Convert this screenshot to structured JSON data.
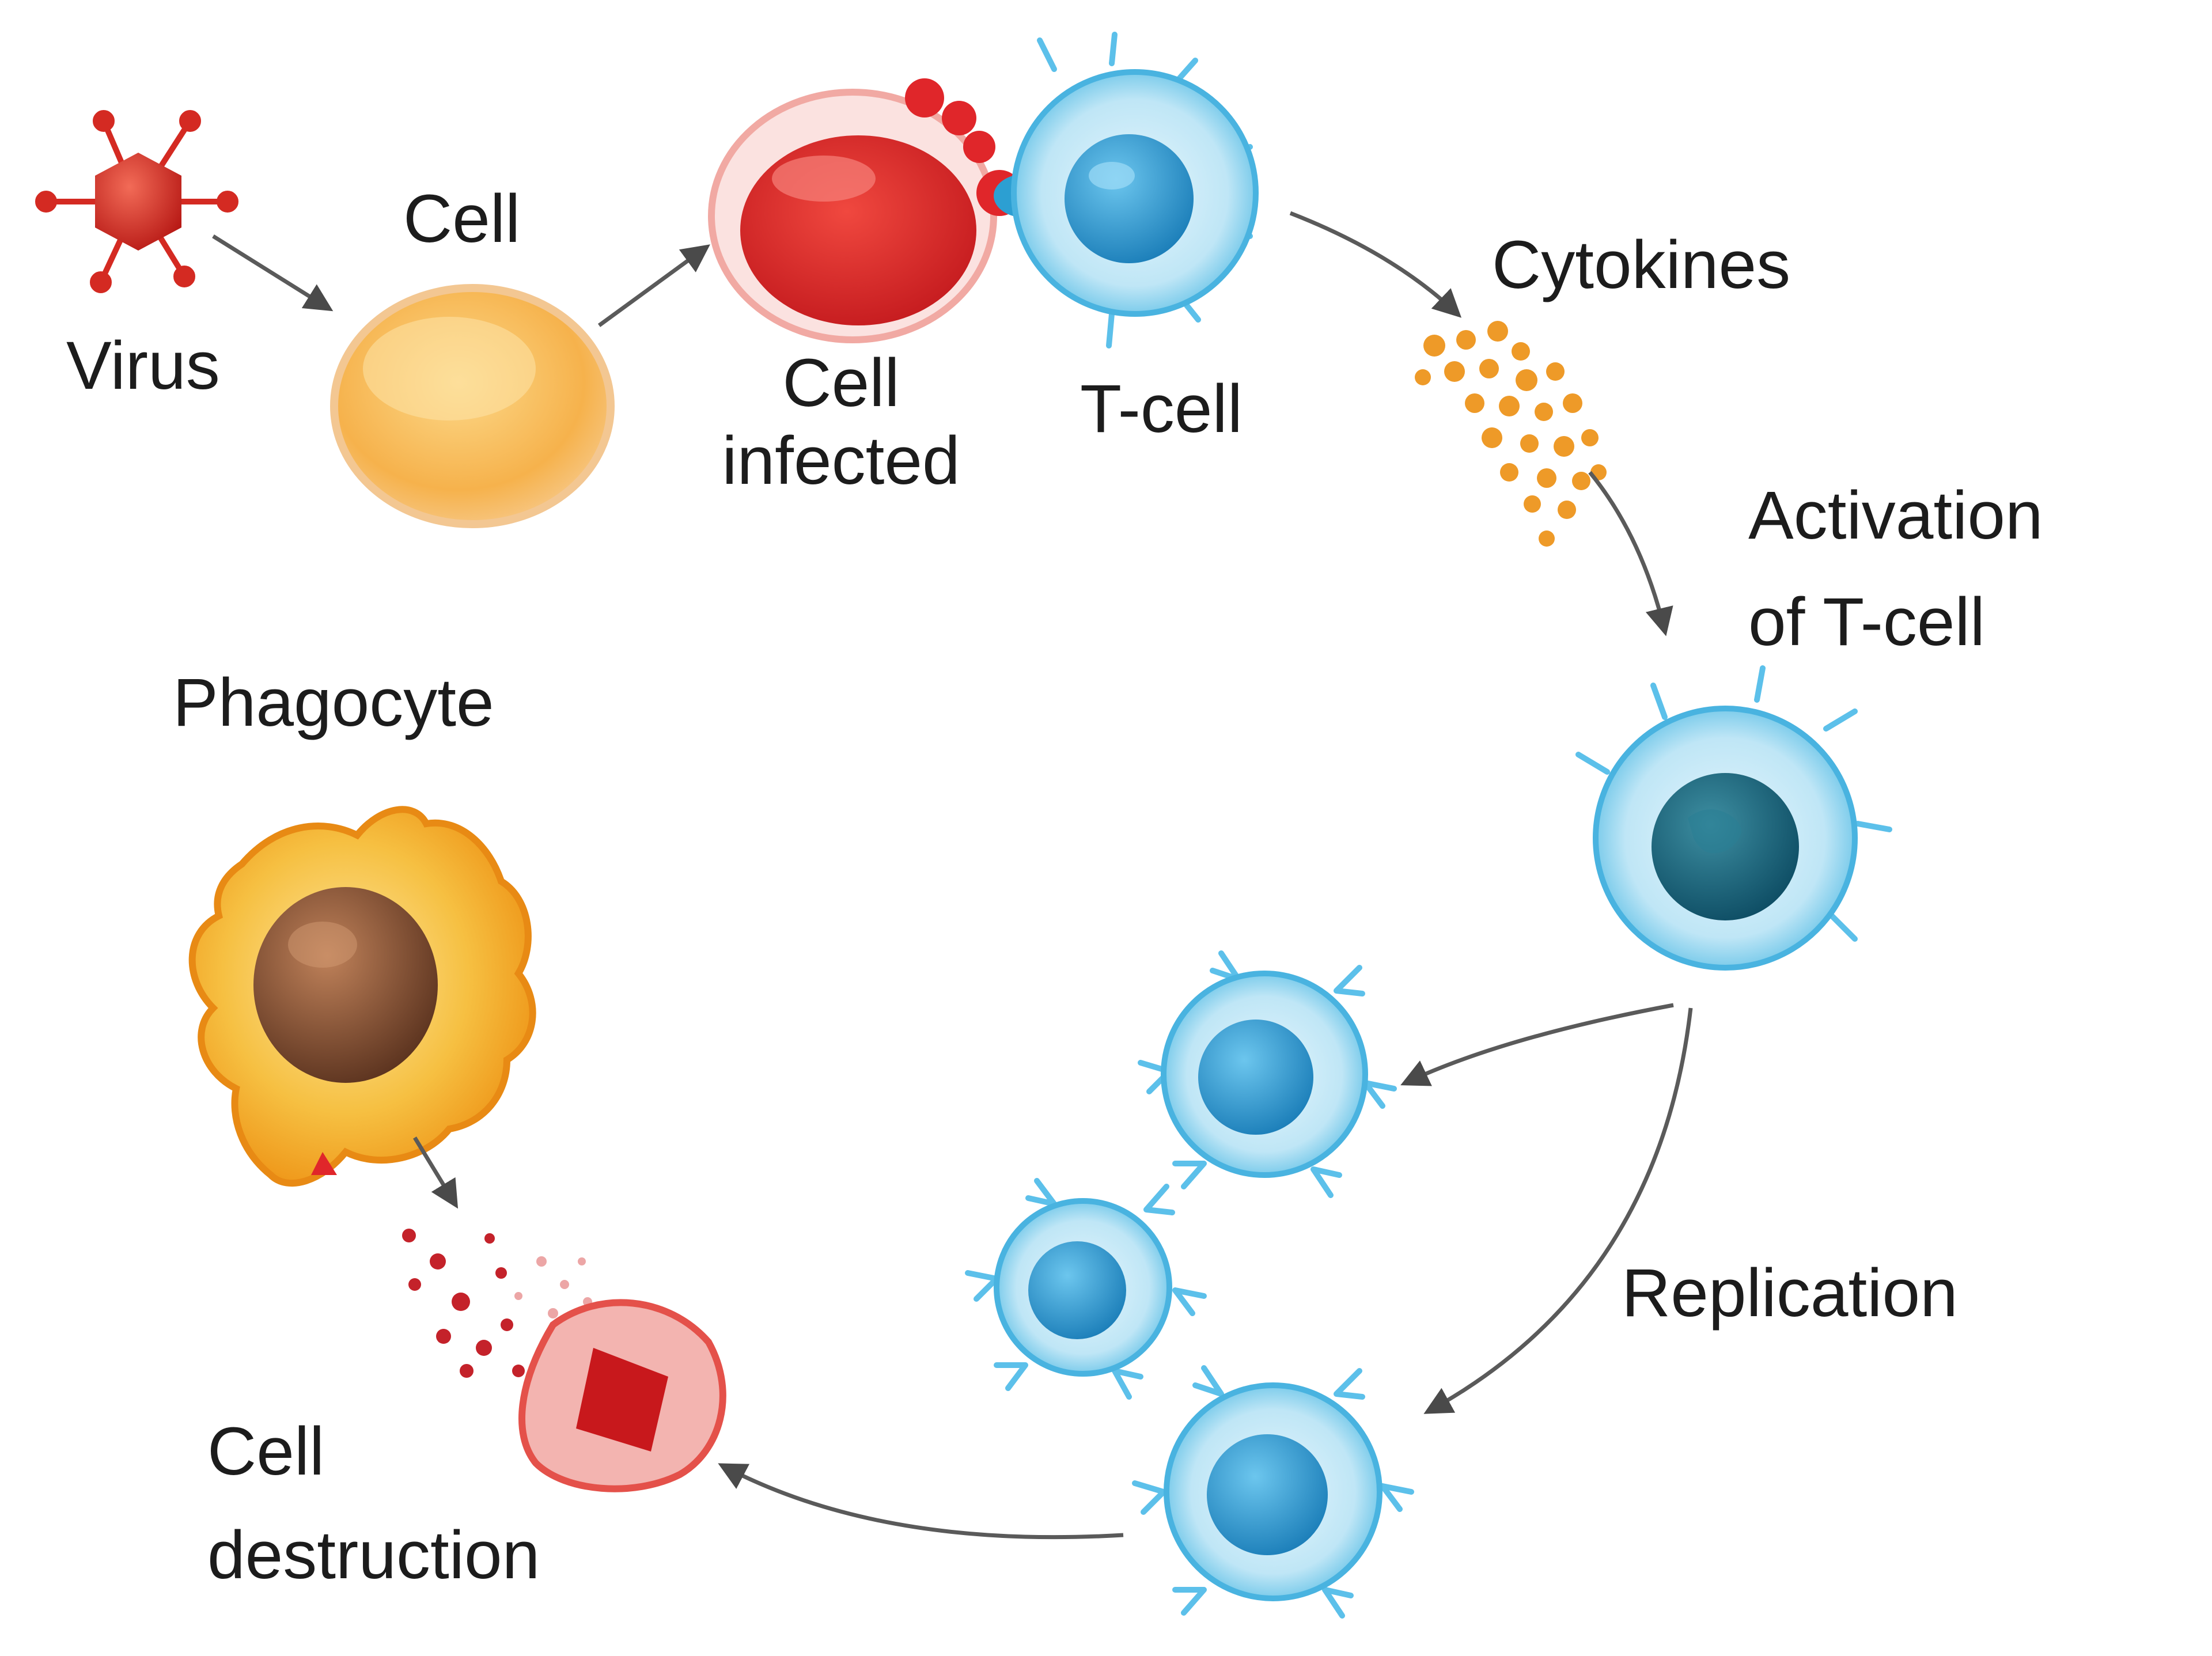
{
  "labels": {
    "virus": "Virus",
    "cell": "Cell",
    "cell_infected_line1": "Cell",
    "cell_infected_line2": "infected",
    "t_cell": "T-cell",
    "cytokines": "Cytokines",
    "activation_line1": "Activation",
    "activation_line2": "of T-cell",
    "phagocyte": "Phagocyte",
    "replication": "Replication",
    "destruction_line1": "Cell",
    "destruction_line2": "destruction"
  },
  "colors": {
    "virus": "#d42a22",
    "healthy_cell": "#f7b955",
    "infected_cell": "#e0262a",
    "t_cell": "#2c9fd2",
    "cytokine": "#ee9a28",
    "phagocyte_body": "#f2a51a",
    "phagocyte_nucleus": "#8a5232",
    "arrow": "#5a5a5a",
    "text": "#1c1c1c"
  }
}
